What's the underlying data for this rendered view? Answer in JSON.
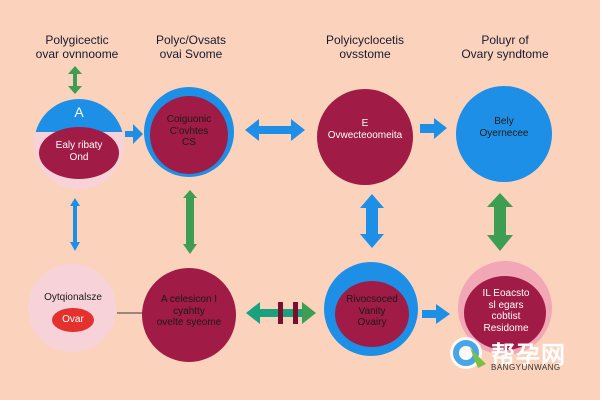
{
  "titles": [
    "Polygicectic\novar ovnnoome",
    "Polyc/Ovsats\novai Svome",
    "Polyicyclocetis\novsstome",
    "Poluyr of\nOvary syndtome"
  ],
  "nodes": {
    "n1": {
      "top": "A",
      "bottom": "Ealy ribaty\nOnd"
    },
    "n2": {
      "text": "Coiguonic\nC'ovhtes\nCS"
    },
    "n3": {
      "text": "E\nOvwecteoomeita"
    },
    "n4": {
      "text": "Bely\nOyernecee"
    },
    "n5": {
      "outer": "Oytqionalsze",
      "inner": "Ovar"
    },
    "n6": {
      "text": "A celesicon I\ncyahtty\novelte syeome"
    },
    "n7": {
      "text": "Rivocsoced\nVanity\nOvairy"
    },
    "n8": {
      "text": "IL Eoacsto\nsl egars\ncobtist\nResidome"
    }
  },
  "watermark": {
    "cn": "帮孕网",
    "en": "BANGYUNWANG"
  },
  "colors": {
    "background": "#fbd3bd",
    "maroon": "#a01b45",
    "blue": "#1e8fe6",
    "green": "#3c9d53",
    "pink": "#f7d3d9",
    "red": "#e4312e"
  }
}
